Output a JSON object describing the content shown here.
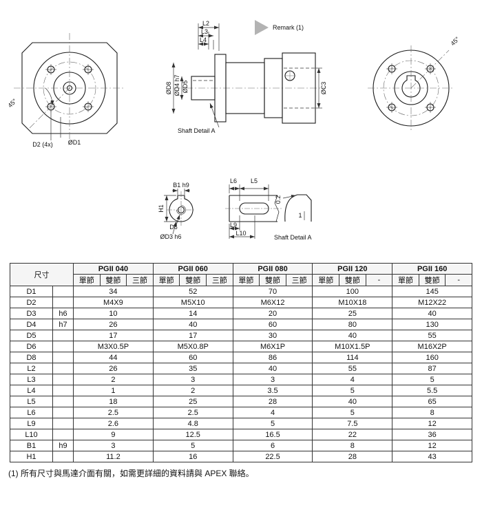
{
  "drawings": {
    "front": {
      "angle": "45°",
      "d2": "D2 (4x)",
      "d1": "ØD1"
    },
    "side": {
      "l2": "L2",
      "l3": "L3",
      "l4": "L4",
      "d8": "ØD8",
      "d4": "ØD4 h7",
      "d5": "ØD5",
      "c3": "ØC3",
      "remark": "Remark (1)",
      "shaft_detail": "Shaft Detail  A"
    },
    "rear": {
      "angle": "45°"
    },
    "key_section": {
      "b1": "B1 h9",
      "h1": "H1",
      "d6": "D6",
      "d3": "ØD3 h6"
    },
    "slot_view": {
      "l6": "L6",
      "l5": "L5",
      "l9": "L9",
      "l10": "L10"
    },
    "detail_a": {
      "chamfer": "0.2",
      "depth": "1",
      "caption": "Shaft  Detail A"
    }
  },
  "table": {
    "size_header": "尺寸",
    "groups": [
      {
        "name": "PGII 040",
        "cols": [
          "單節",
          "雙節",
          "三節"
        ]
      },
      {
        "name": "PGII 060",
        "cols": [
          "單節",
          "雙節",
          "三節"
        ]
      },
      {
        "name": "PGII 080",
        "cols": [
          "單節",
          "雙節",
          "三節"
        ]
      },
      {
        "name": "PGII 120",
        "cols": [
          "單節",
          "雙節",
          "-"
        ]
      },
      {
        "name": "PGII 160",
        "cols": [
          "單節",
          "雙節",
          "-"
        ]
      }
    ],
    "rows": [
      {
        "dim": "D1",
        "tol": "",
        "values": [
          "34",
          "52",
          "70",
          "100",
          "145"
        ]
      },
      {
        "dim": "D2",
        "tol": "",
        "values": [
          "M4X9",
          "M5X10",
          "M6X12",
          "M10X18",
          "M12X22"
        ]
      },
      {
        "dim": "D3",
        "tol": "h6",
        "values": [
          "10",
          "14",
          "20",
          "25",
          "40"
        ]
      },
      {
        "dim": "D4",
        "tol": "h7",
        "values": [
          "26",
          "40",
          "60",
          "80",
          "130"
        ]
      },
      {
        "dim": "D5",
        "tol": "",
        "values": [
          "17",
          "17",
          "30",
          "40",
          "55"
        ]
      },
      {
        "dim": "D6",
        "tol": "",
        "values": [
          "M3X0.5P",
          "M5X0.8P",
          "M6X1P",
          "M10X1.5P",
          "M16X2P"
        ]
      },
      {
        "dim": "D8",
        "tol": "",
        "values": [
          "44",
          "60",
          "86",
          "114",
          "160"
        ]
      },
      {
        "dim": "L2",
        "tol": "",
        "values": [
          "26",
          "35",
          "40",
          "55",
          "87"
        ]
      },
      {
        "dim": "L3",
        "tol": "",
        "values": [
          "2",
          "3",
          "3",
          "4",
          "5"
        ]
      },
      {
        "dim": "L4",
        "tol": "",
        "values": [
          "1",
          "2",
          "3.5",
          "5",
          "5.5"
        ]
      },
      {
        "dim": "L5",
        "tol": "",
        "values": [
          "18",
          "25",
          "28",
          "40",
          "65"
        ]
      },
      {
        "dim": "L6",
        "tol": "",
        "values": [
          "2.5",
          "2.5",
          "4",
          "5",
          "8"
        ]
      },
      {
        "dim": "L9",
        "tol": "",
        "values": [
          "2.6",
          "4.8",
          "5",
          "7.5",
          "12"
        ]
      },
      {
        "dim": "L10",
        "tol": "",
        "values": [
          "9",
          "12.5",
          "16.5",
          "22",
          "36"
        ]
      },
      {
        "dim": "B1",
        "tol": "h9",
        "values": [
          "3",
          "5",
          "6",
          "8",
          "12"
        ]
      },
      {
        "dim": "H1",
        "tol": "",
        "values": [
          "11.2",
          "16",
          "22.5",
          "28",
          "43"
        ]
      }
    ]
  },
  "page": {
    "footnote": "(1) 所有尺寸與馬達介面有關，如需更詳細的資料請與 APEX 聯絡。"
  }
}
